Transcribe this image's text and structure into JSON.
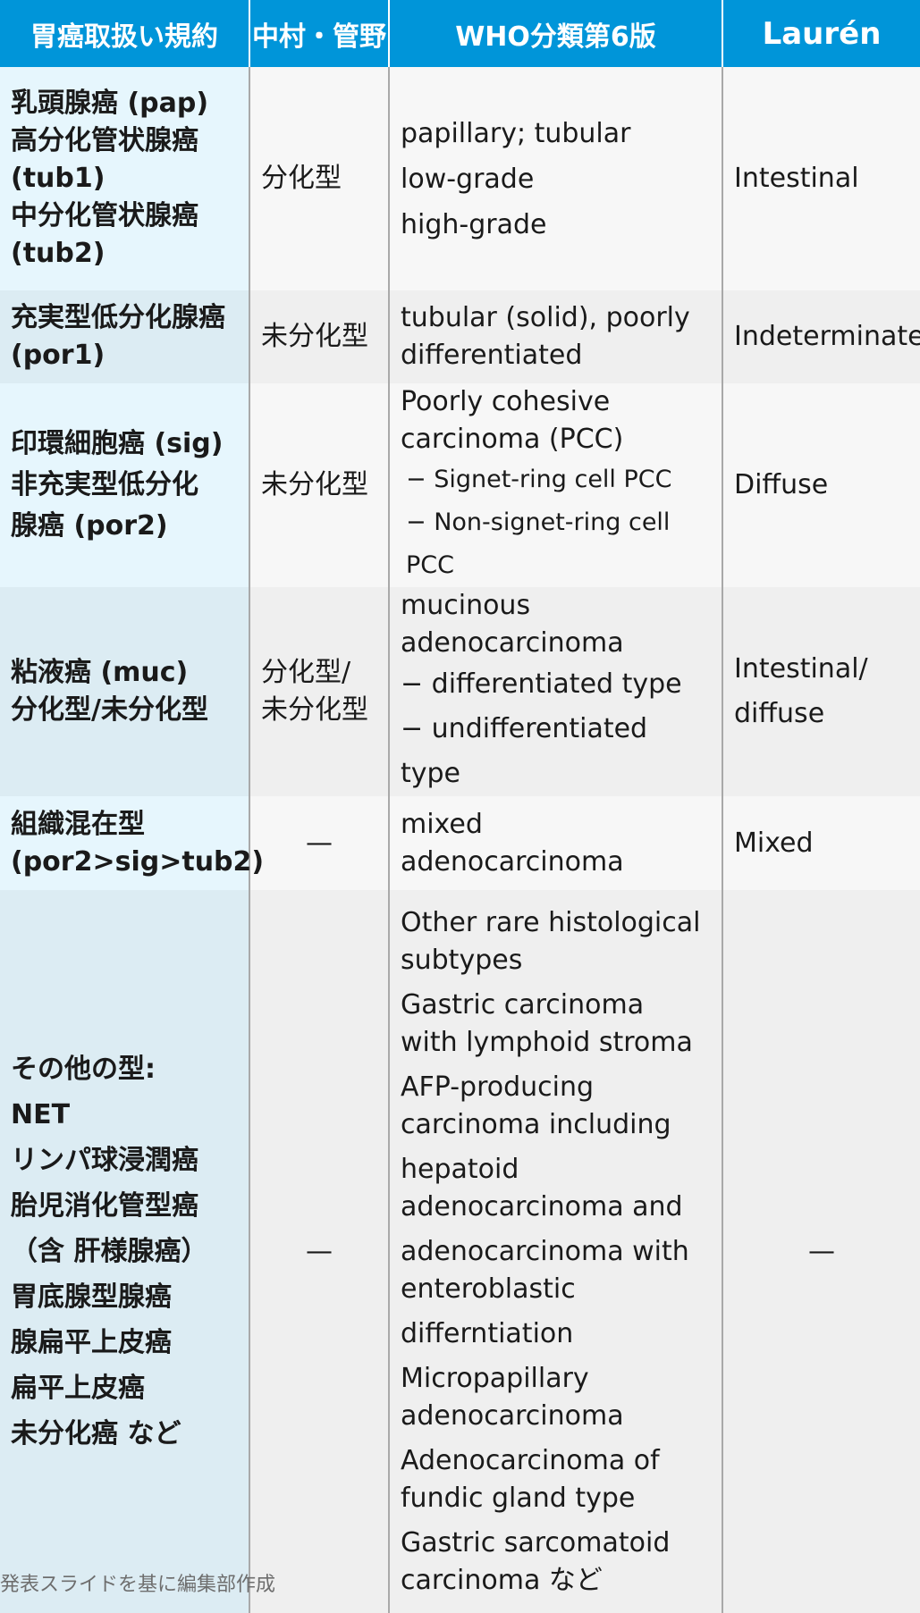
{
  "header": [
    "胃癌取扱い規約",
    "中村・管野",
    "WHO分類第6版",
    "Laurén"
  ],
  "rows": [
    {
      "jgca": [
        "乳頭腺癌 (pap)",
        "高分化管状腺癌",
        "(tub1)",
        "中分化管状腺癌",
        "(tub2)"
      ],
      "nakamura": "分化型",
      "who": [
        "papillary; tubular",
        "low-grade",
        "high-grade"
      ],
      "lauren": "Intestinal"
    },
    {
      "jgca": [
        "充実型低分化腺癌",
        "(por1)"
      ],
      "nakamura": "未分化型",
      "who": [
        "tubular (solid), poorly",
        "differentiated"
      ],
      "lauren": "Indeterminate"
    },
    {
      "jgca": [
        "印環細胞癌 (sig)",
        "非充実型低分化",
        "腺癌 (por2)"
      ],
      "nakamura": "未分化型",
      "who": [
        "Poorly cohesive",
        "carcinoma (PCC)"
      ],
      "who_sub": [
        "− Signet-ring cell PCC",
        "− Non-signet-ring cell PCC"
      ],
      "lauren": "Diffuse"
    },
    {
      "jgca": [
        "粘液癌 (muc)",
        " 分化型/未分化型"
      ],
      "nakamura": [
        "分化型/",
        "未分化型"
      ],
      "who": [
        "mucinous",
        "adenocarcinoma",
        " − differentiated type",
        " − undifferentiated type"
      ],
      "lauren": [
        "Intestinal/",
        "diffuse"
      ]
    },
    {
      "jgca": [
        "組織混在型",
        "(por2>sig>tub2)"
      ],
      "nakamura": "—",
      "who": [
        "mixed adenocarcinoma"
      ],
      "lauren": "Mixed"
    },
    {
      "jgca": [
        "その他の型:",
        "NET",
        "リンパ球浸潤癌",
        "胎児消化管型癌",
        "（含 肝様腺癌）",
        "胃底腺型腺癌",
        "腺扁平上皮癌",
        "扁平上皮癌",
        "未分化癌 など"
      ],
      "nakamura": "—",
      "who": [
        "Other rare histological",
        "subtypes",
        "Gastric carcinoma",
        "with lymphoid stroma",
        "AFP-producing",
        "carcinoma including",
        "hepatoid",
        "adenocarcinoma and",
        "adenocarcinoma with",
        "enteroblastic",
        "differntiation",
        "Micropapillary",
        "adenocarcinoma",
        "Adenocarcinoma of",
        "fundic gland type",
        "Gastric sarcomatoid",
        "carcinoma など"
      ],
      "lauren": "—"
    }
  ],
  "caption": "発表スライドを基に編集部作成"
}
